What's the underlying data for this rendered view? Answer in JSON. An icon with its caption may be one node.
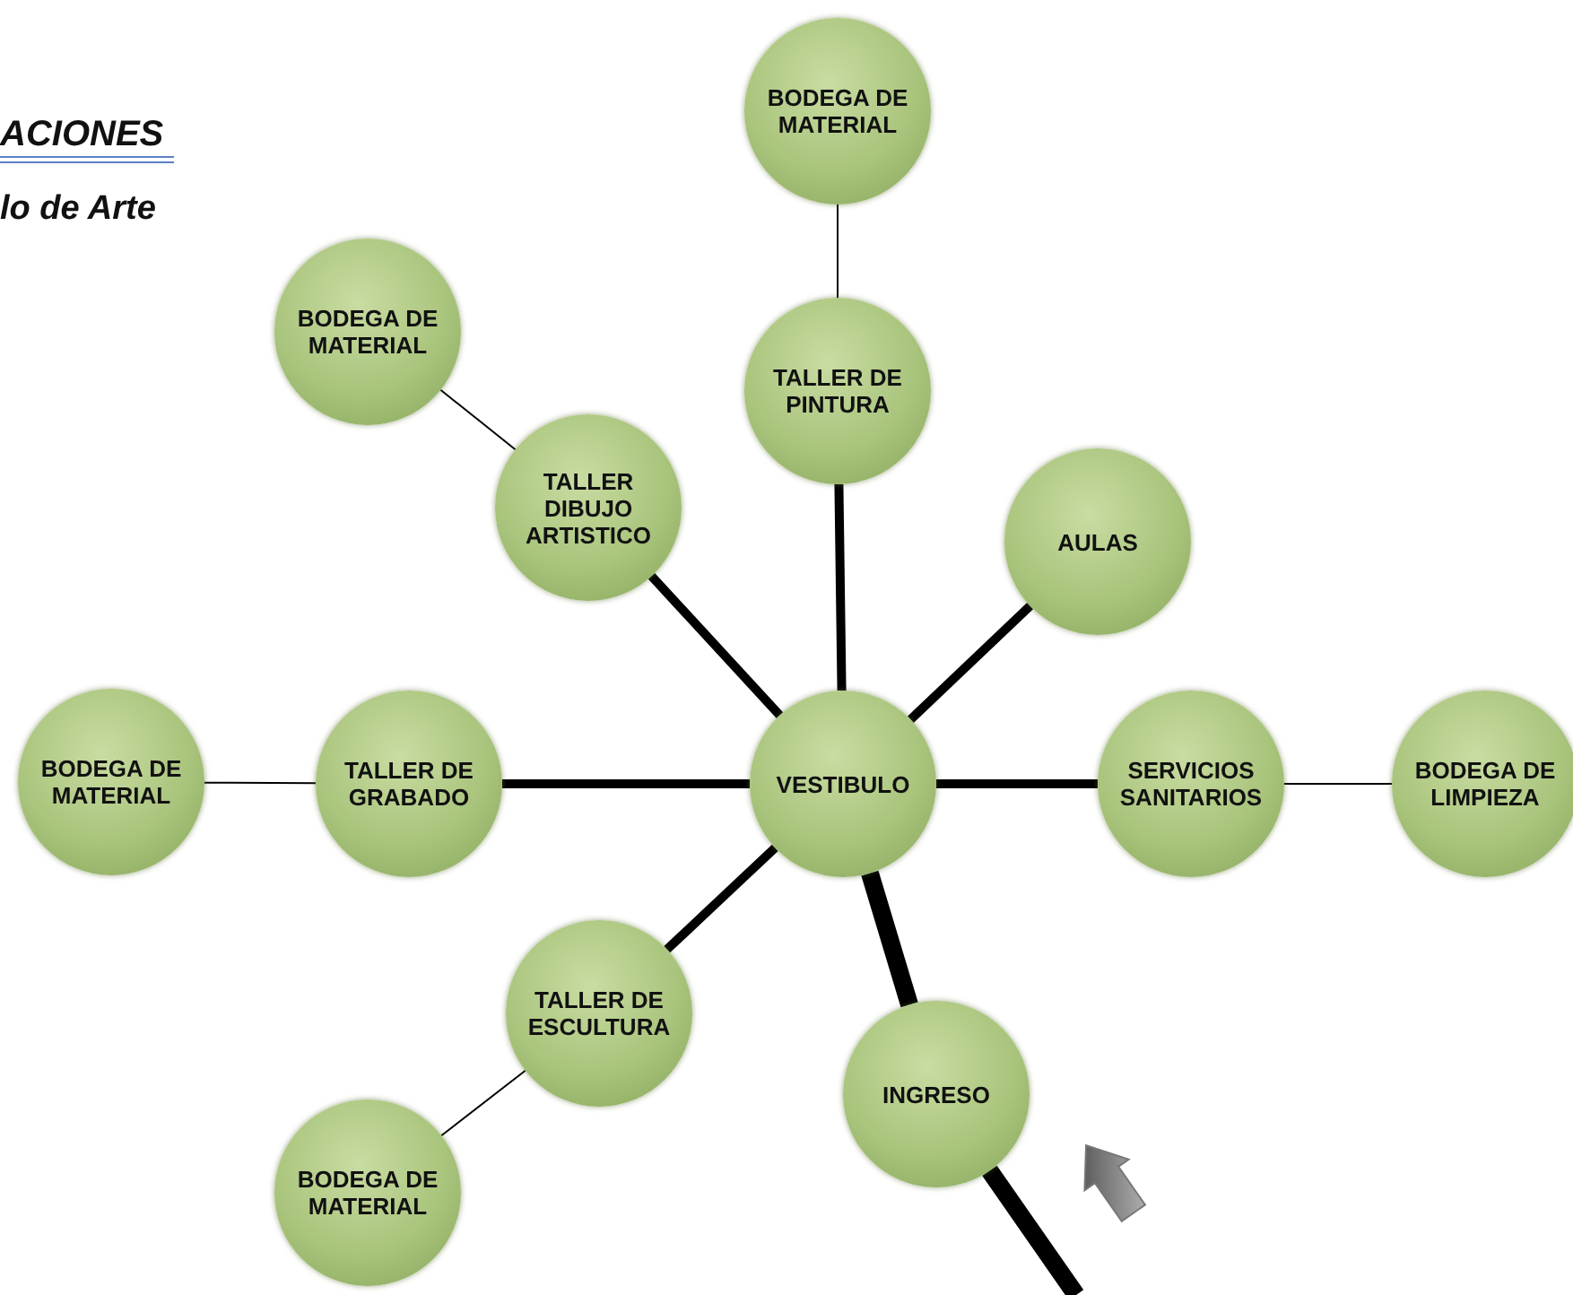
{
  "diagram": {
    "nodes": [
      {
        "text": [
          "VESTIBULO"
        ]
      },
      {
        "text": [
          "BODEGA DE MATERIAL"
        ]
      },
      {
        "text": [
          "TALLER DE PINTURA"
        ]
      },
      {
        "text": [
          "BODEGA DE MATERIAL"
        ]
      },
      {
        "text": [
          "TALLER DIBUJO ARTISTICO"
        ]
      },
      {
        "text": [
          "AULAS"
        ]
      },
      {
        "text": [
          "BODEGA DE MATERIAL"
        ]
      },
      {
        "text": [
          "TALLER DE GRABADO"
        ]
      },
      {
        "text": [
          "SERVICIOS SANITARIOS"
        ]
      },
      {
        "text": [
          "BODEGA DE LIMPIEZA"
        ]
      },
      {
        "text": [
          "TALLER DE ESCULTURA"
        ]
      },
      {
        "text": [
          "INGRESO"
        ]
      },
      {
        "text": [
          "BODEGA DE MATERIAL"
        ]
      }
    ],
    "edges": [
      {
        "from": 0,
        "to": 2,
        "arrow": "none"
      },
      {
        "from": 2,
        "to": 1,
        "arrow": "none"
      },
      {
        "from": 0,
        "to": 4,
        "arrow": "none"
      },
      {
        "from": 4,
        "to": 3,
        "arrow": "none"
      },
      {
        "from": 0,
        "to": 5,
        "arrow": "none"
      },
      {
        "from": 0,
        "to": 7,
        "arrow": "none"
      },
      {
        "from": 7,
        "to": 6,
        "arrow": "none"
      },
      {
        "from": 0,
        "to": 8,
        "arrow": "none"
      },
      {
        "from": 8,
        "to": 9,
        "arrow": "none"
      },
      {
        "from": 0,
        "to": 10,
        "arrow": "none"
      },
      {
        "from": 10,
        "to": 12,
        "arrow": "none"
      },
      {
        "from": 0,
        "to": 11,
        "arrow": "none",
        "style": "thick"
      },
      {
        "from": null,
        "to": 11,
        "arrow": "none",
        "style": "thick"
      }
    ],
    "labels": [
      "ACIONES",
      "lo de Arte"
    ]
  }
}
